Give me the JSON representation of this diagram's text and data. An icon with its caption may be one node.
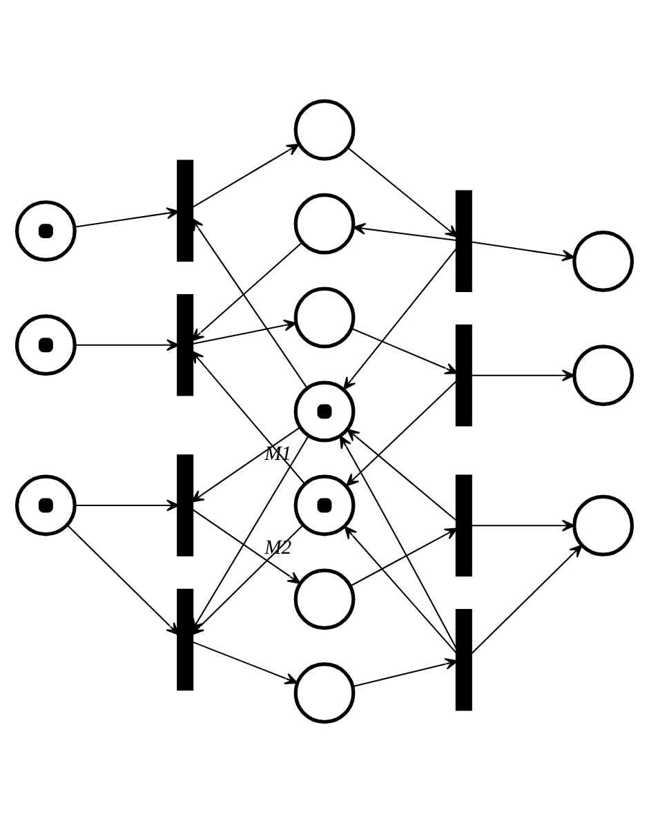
{
  "diagram": {
    "nodes": [
      {
        "text": [],
        "shape": "token"
      },
      {
        "text": [],
        "shape": "bar"
      },
      {
        "text": [],
        "shape": "circle"
      },
      {
        "text": [],
        "shape": "bar"
      },
      {
        "text": [],
        "shape": "circle"
      },
      {
        "text": [],
        "shape": "circle"
      },
      {
        "text": [],
        "shape": "token"
      },
      {
        "text": [],
        "shape": "bar"
      },
      {
        "text": [],
        "shape": "circle"
      },
      {
        "text": [],
        "shape": "bar"
      },
      {
        "text": [],
        "shape": "circle"
      },
      {
        "text": [],
        "shape": "token",
        "beside": [
          "M1"
        ]
      },
      {
        "text": [],
        "shape": "token",
        "beside": [
          "M2"
        ]
      },
      {
        "text": [],
        "shape": "bar"
      },
      {
        "text": [],
        "shape": "circle"
      },
      {
        "text": [],
        "shape": "bar"
      },
      {
        "text": [],
        "shape": "token"
      },
      {
        "text": [],
        "shape": "circle"
      },
      {
        "text": [],
        "shape": "bar"
      },
      {
        "text": [],
        "shape": "circle"
      },
      {
        "text": [],
        "shape": "bar"
      }
    ],
    "edges": [
      {
        "from": 0,
        "to": 1,
        "arrow": "to"
      },
      {
        "from": 1,
        "to": 2,
        "arrow": "to"
      },
      {
        "from": 2,
        "to": 3,
        "arrow": "to"
      },
      {
        "from": 3,
        "to": 4,
        "arrow": "to"
      },
      {
        "from": 3,
        "to": 5,
        "arrow": "to"
      },
      {
        "from": 5,
        "to": 7,
        "arrow": "to"
      },
      {
        "from": 6,
        "to": 7,
        "arrow": "to"
      },
      {
        "from": 7,
        "to": 8,
        "arrow": "to"
      },
      {
        "from": 8,
        "to": 9,
        "arrow": "to"
      },
      {
        "from": 9,
        "to": 10,
        "arrow": "to"
      },
      {
        "from": 11,
        "to": 1,
        "arrow": "to"
      },
      {
        "from": 3,
        "to": 11,
        "arrow": "to"
      },
      {
        "from": 12,
        "to": 7,
        "arrow": "to"
      },
      {
        "from": 9,
        "to": 12,
        "arrow": "to"
      },
      {
        "from": 11,
        "to": 13,
        "arrow": "to"
      },
      {
        "from": 11,
        "to": 18,
        "arrow": "to"
      },
      {
        "from": 12,
        "to": 18,
        "arrow": "to"
      },
      {
        "from": 15,
        "to": 11,
        "arrow": "to"
      },
      {
        "from": 20,
        "to": 11,
        "arrow": "to"
      },
      {
        "from": 20,
        "to": 12,
        "arrow": "to"
      },
      {
        "from": 16,
        "to": 13,
        "arrow": "to"
      },
      {
        "from": 16,
        "to": 18,
        "arrow": "to"
      },
      {
        "from": 13,
        "to": 14,
        "arrow": "to"
      },
      {
        "from": 14,
        "to": 15,
        "arrow": "to"
      },
      {
        "from": 18,
        "to": 19,
        "arrow": "to"
      },
      {
        "from": 19,
        "to": 20,
        "arrow": "to"
      },
      {
        "from": 15,
        "to": 17,
        "arrow": "to"
      },
      {
        "from": 20,
        "to": 17,
        "arrow": "to"
      }
    ]
  }
}
